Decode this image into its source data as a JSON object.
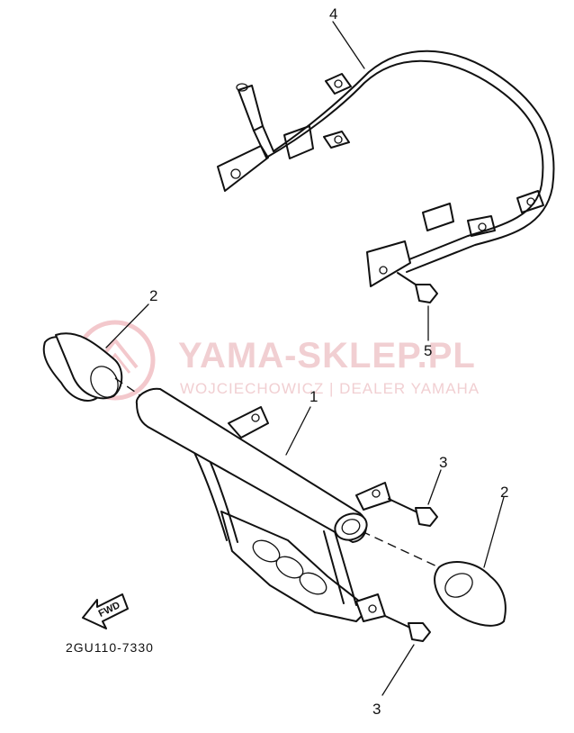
{
  "watermark": {
    "title": "YAMA-SKLEP.PL",
    "subtitle": "WOJCIECHOWICZ | DEALER YAMAHA"
  },
  "callouts": {
    "part_4": "4",
    "part_5": "5",
    "part_2_left": "2",
    "part_1": "1",
    "part_3_upper": "3",
    "part_2_right": "2",
    "part_3_lower": "3"
  },
  "fwd_label": "FWD",
  "diagram_code": "2GU110-7330"
}
